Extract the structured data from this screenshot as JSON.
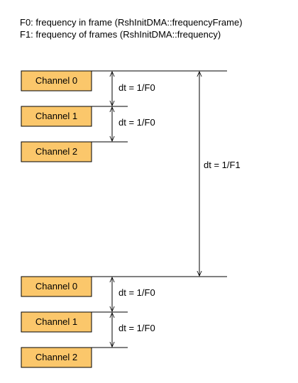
{
  "legend": {
    "f0": "F0: frequency in frame (RshInitDMA::frequencyFrame)",
    "f1": "F1: frequency of frames (RshInitDMA::frequency)"
  },
  "frames": [
    {
      "channels": [
        "Channel 0",
        "Channel 1",
        "Channel 2"
      ],
      "intervals": [
        "dt = 1/F0",
        "dt = 1/F0"
      ]
    },
    {
      "channels": [
        "Channel 0",
        "Channel 1",
        "Channel 2"
      ],
      "intervals": [
        "dt = 1/F0",
        "dt = 1/F0"
      ]
    }
  ],
  "frame_interval": "dt = 1/F1",
  "colors": {
    "channel_fill": "#fbc76b",
    "stroke": "#000000"
  }
}
